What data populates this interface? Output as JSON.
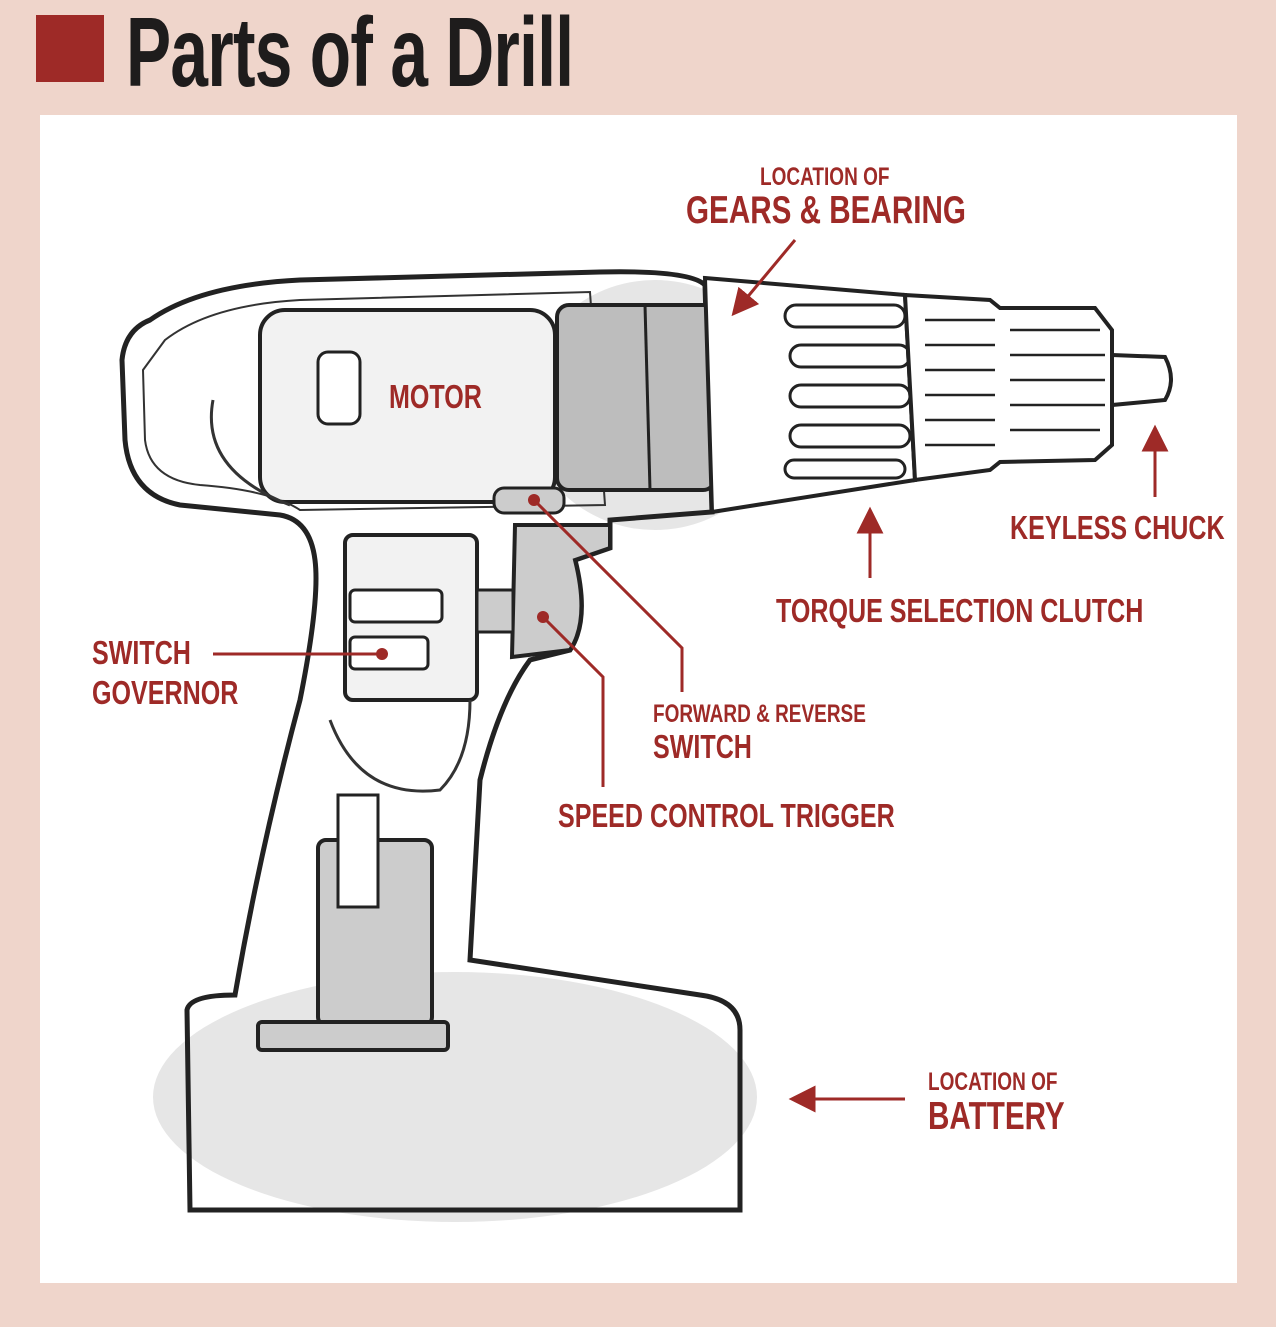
{
  "title": "Parts of a Drill",
  "colors": {
    "accent": "#9e2a27",
    "background": "#efd5cb",
    "highlight": "#e6e6e6"
  },
  "labels": {
    "gears_pre": "LOCATION OF",
    "gears": "GEARS & BEARING",
    "motor": "MOTOR",
    "chuck": "KEYLESS CHUCK",
    "clutch": "TORQUE SELECTION CLUTCH",
    "switch_governor_1": "SWITCH",
    "switch_governor_2": "GOVERNOR",
    "fr_pre": "FORWARD & REVERSE",
    "fr": "SWITCH",
    "trigger": "SPEED CONTROL TRIGGER",
    "battery_pre": "LOCATION OF",
    "battery": "BATTERY"
  }
}
